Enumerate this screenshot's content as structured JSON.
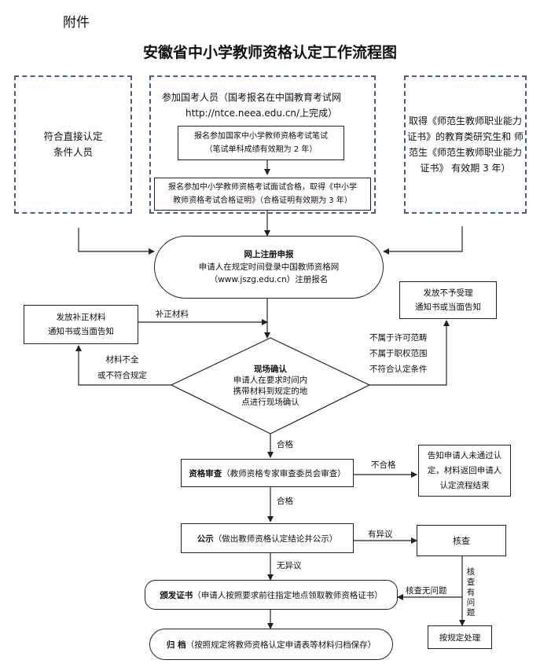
{
  "attachment_label": "附件",
  "title": "安徽省中小学教师资格认定工作流程图",
  "left_box": {
    "line1": "符合直接认定",
    "line2": "条件人员"
  },
  "center_outer": {
    "line1": "参加国考人员（国考报名在中国教育考试网",
    "line2": "http://ntce.neea.edu.cn/上完成）"
  },
  "written_exam": {
    "line1": "报名参加国家中小学教师资格考试笔试",
    "line2": "（笔试单科成绩有效期为 2 年）"
  },
  "interview": {
    "line1": "报名参加中小学教师资格考试面试合格，取得《中小学",
    "line2": "教师资格考试合格证明》（合格证明有效期为 3 年）"
  },
  "right_box": {
    "line1": "取得《师范生教师职业能力",
    "line2": "证书》的教育类研究生和 师",
    "line3": "范生《师范生教师职业能力",
    "line4": "证书》 有效期 3 年）"
  },
  "online": {
    "title": "网上注册申报",
    "line1": "申请人在规定时间登录中国教师资格网",
    "line2": "（www.jszg.edu.cn）注册报名"
  },
  "supplement_notice": {
    "line1": "发放补正材料",
    "line2": "通知书或当面告知"
  },
  "supplement_label": "补正材料",
  "reject_notice": {
    "line1": "发放不予受理",
    "line2": "通知书或当面告知"
  },
  "reject_reasons": {
    "line1": "不属于许可范畴",
    "line2": "不属于职权范围",
    "line3": "不符合认定条件"
  },
  "incomplete_label": {
    "line1": "材料不全",
    "line2": "或不符合规定"
  },
  "onsite": {
    "title": "现场确认",
    "line1": "申请人在要求时间内",
    "line2": "携带材料到规定的地",
    "line3": "点进行现场确认"
  },
  "pass1": "合格",
  "review": {
    "title": "资格审查",
    "desc": "（教师资格专家审查委员会审查）"
  },
  "fail_label": "不合格",
  "fail_notice": {
    "line1": "告知申请人未通过认",
    "line2": "定，材料返回申请人",
    "line3": "认定流程结束"
  },
  "pass2": "合格",
  "publicity": {
    "title": "公示",
    "desc": "（做出教师资格认定结论并公示）"
  },
  "objection_label": "有异议",
  "verify": "核查",
  "no_objection_label": "无异议",
  "verify_problem": "核查有问题",
  "verify_ok_label": "核查无问题",
  "certificate": {
    "title": "颁发证书",
    "desc": "（申请人按照要求前往指定地点领取教师资格证书）"
  },
  "handle": "按规定处理",
  "archive": {
    "title": "归  档",
    "desc": "（按照规定将教师资格认定申请表等材料归档保存）"
  }
}
